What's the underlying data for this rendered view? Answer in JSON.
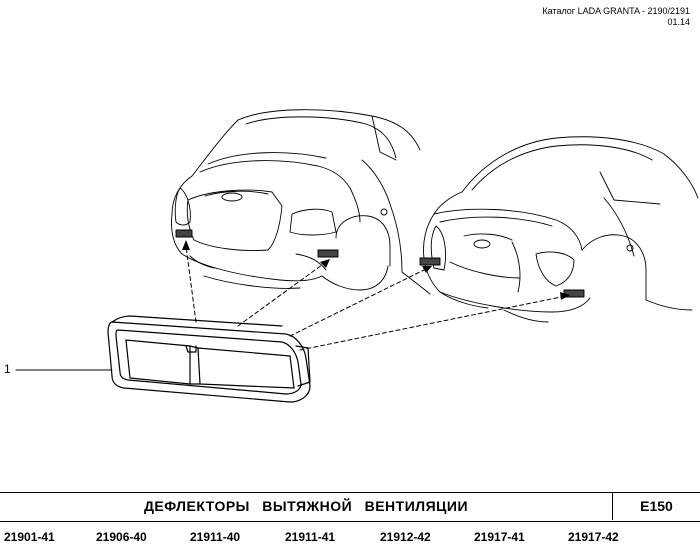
{
  "header": {
    "catalog": "Каталог  LADA  GRANTA - 2190/2191",
    "date": "01.14"
  },
  "callout": {
    "number": "1"
  },
  "title": {
    "text": "ДЕФЛЕКТОРЫ  ВЫТЯЖНОЙ  ВЕНТИЛЯЦИИ",
    "code": "E150"
  },
  "models": [
    "21901-41",
    "21906-40",
    "21911-40",
    "21911-41",
    "21912-42",
    "21917-41",
    "21917-42"
  ]
}
